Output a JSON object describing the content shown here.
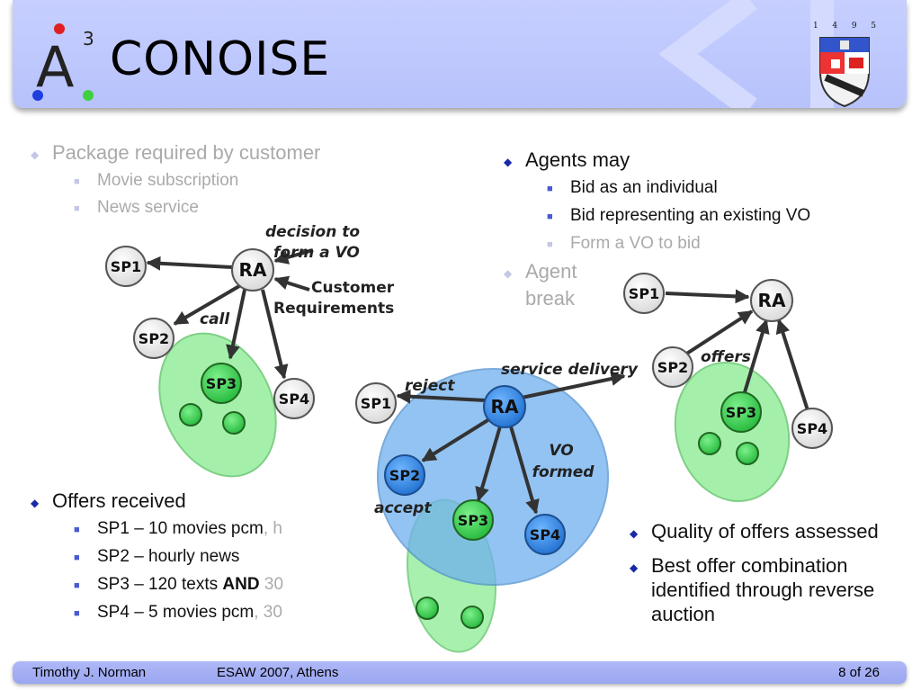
{
  "header": {
    "logo_letter": "A",
    "logo_superscript": "3",
    "title": "CONOISE",
    "crest_year": [
      "1",
      "4",
      "9",
      "5"
    ]
  },
  "left_top": {
    "bullet": "Package required by customer",
    "items": [
      "Movie subscription",
      "News service"
    ]
  },
  "right_top": {
    "bullet": "Agents may",
    "items": [
      "Bid as an individual",
      "Bid representing an existing VO",
      "Form a VO to bid"
    ],
    "bullet2_line1": "Agent",
    "bullet2_line2": "break"
  },
  "left_bottom": {
    "bullet": "Offers received",
    "items": [
      {
        "pre": "SP1 – 10 movies pcm",
        "post": ", h"
      },
      {
        "pre": "SP2 – hourly news",
        "post": ""
      },
      {
        "pre": "SP3 – 120 texts ",
        "bold": "AND",
        "post": " 30"
      },
      {
        "pre": "SP4 – 5 movies pcm",
        "post": ", 30"
      }
    ]
  },
  "right_bottom": {
    "bullets": [
      "Quality of offers assessed",
      "Best offer combination identified through reverse auction"
    ]
  },
  "diagram1": {
    "nodes": {
      "sp1": "SP1",
      "ra": "RA",
      "sp2": "SP2",
      "sp3": "SP3",
      "sp4": "SP4"
    },
    "labels": {
      "decision_1": "decision to",
      "decision_2": "form a VO",
      "cust_1": "Customer",
      "cust_2": "Requirements",
      "call": "call"
    }
  },
  "diagram2": {
    "nodes": {
      "sp1": "SP1",
      "ra": "RA",
      "sp2": "SP2",
      "sp3": "SP3",
      "sp4": "SP4"
    },
    "labels": {
      "reject": "reject",
      "service": "service delivery",
      "vo_1": "VO",
      "vo_2": "formed",
      "accept": "accept"
    }
  },
  "diagram3": {
    "nodes": {
      "sp1": "SP1",
      "ra": "RA",
      "sp2": "SP2",
      "sp3": "SP3",
      "sp4": "SP4"
    },
    "labels": {
      "offers": "offers"
    }
  },
  "footer": {
    "author": "Timothy J. Norman",
    "event": "ESAW 2007, Athens",
    "page": "8 of 26"
  },
  "colors": {
    "header": "#bcc6fd",
    "green_vo": "#9ff0a6",
    "blue_vo": "#7fb8ee",
    "node_green": "#33d24c",
    "node_blue": "#2f84e0",
    "bullet": "#1a2aa6"
  }
}
